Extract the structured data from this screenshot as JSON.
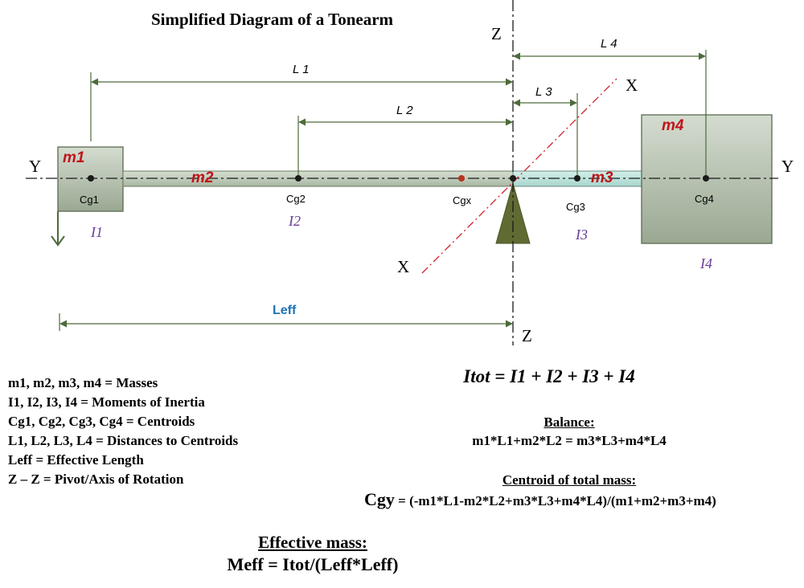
{
  "title": "Simplified Diagram of a Tonearm",
  "axes": {
    "z_top": "Z",
    "z_bottom": "Z",
    "y_left": "Y",
    "y_right": "Y",
    "x_top": "X",
    "x_bottom": "X"
  },
  "dimensions": {
    "l1": "L 1",
    "l2": "L 2",
    "l3": "L 3",
    "l4": "L 4",
    "leff": "Leff"
  },
  "masses": {
    "m1": "m1",
    "m2": "m2",
    "m3": "m3",
    "m4": "m4"
  },
  "centroids": {
    "cg1": "Cg1",
    "cg2": "Cg2",
    "cgx": "Cgx",
    "cg3": "Cg3",
    "cg4": "Cg4"
  },
  "inertias": {
    "i1": "I1",
    "i2": "I2",
    "i3": "I3",
    "i4": "I4"
  },
  "legend": [
    "m1, m2, m3, m4 = Masses",
    "I1, I2, I3, I4 = Moments of Inertia",
    "Cg1, Cg2, Cg3, Cg4 = Centroids",
    "L1, L2, L3, L4 = Distances to Centroids",
    "Leff = Effective Length",
    "Z – Z = Pivot/Axis of Rotation"
  ],
  "formulas": {
    "itot": "Itot = I1 + I2 + I3 + I4",
    "balance_heading": "Balance:",
    "balance": "m1*L1+m2*L2 = m3*L3+m4*L4",
    "centroid_heading": "Centroid of total mass:",
    "cgy_label": "Cgy",
    "cgy_expr": " = (-m1*L1-m2*L2+m3*L3+m4*L4)/(m1+m2+m3+m4)",
    "effmass_heading": "Effective mass:",
    "meff": "Meff = Itot/(Leff*Leff)"
  },
  "colors": {
    "dimension_line": "#4d6b3a",
    "mass_label": "#c0141a",
    "inertia_label": "#6a3e96",
    "leff_label": "#1e73b5",
    "x_axis": "#d11f2a",
    "pivot": "#5f6b32",
    "counterweight_fill": "#b7c2b0",
    "rear_tube_fill": "#bfe3dc"
  }
}
